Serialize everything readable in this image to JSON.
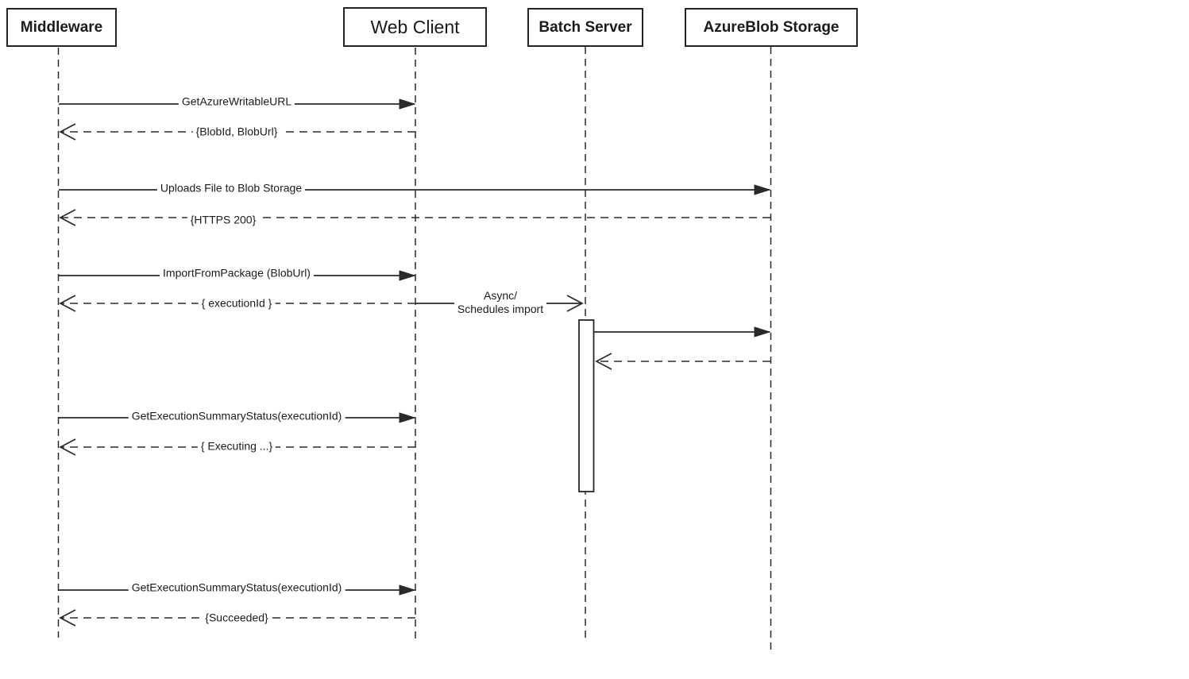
{
  "diagram": {
    "type": "uml-sequence-diagram",
    "colors": {
      "line": "#2a2a2a",
      "text": "#1b1b1b",
      "background": "#ffffff"
    },
    "actors": [
      {
        "name": "Middleware"
      },
      {
        "name": "Web Client"
      },
      {
        "name": "Batch Server"
      },
      {
        "name": "AzureBlob Storage"
      }
    ],
    "messages": [
      {
        "label": "GetAzureWritableURL",
        "from": "Middleware",
        "to": "Web Client",
        "kind": "call"
      },
      {
        "label": "{BlobId, BlobUrl}",
        "from": "Web Client",
        "to": "Middleware",
        "kind": "return"
      },
      {
        "label": "Uploads File to Blob Storage",
        "from": "Middleware",
        "to": "AzureBlob Storage",
        "kind": "call"
      },
      {
        "label": "{HTTPS 200}",
        "from": "AzureBlob Storage",
        "to": "Middleware",
        "kind": "return"
      },
      {
        "label": "ImportFromPackage (BlobUrl)",
        "from": "Middleware",
        "to": "Web Client",
        "kind": "call"
      },
      {
        "label": "{ executionId }",
        "from": "Web Client",
        "to": "Middleware",
        "kind": "return"
      },
      {
        "label_line1": "Async/",
        "label_line2": "Schedules import",
        "from": "Web Client",
        "to": "Batch Server",
        "kind": "async-call"
      },
      {
        "label": "",
        "from": "Batch Server",
        "to": "AzureBlob Storage",
        "kind": "call"
      },
      {
        "label": "",
        "from": "AzureBlob Storage",
        "to": "Batch Server",
        "kind": "return"
      },
      {
        "label": "GetExecutionSummaryStatus(executionId)",
        "from": "Middleware",
        "to": "Web Client",
        "kind": "call"
      },
      {
        "label": "{ Executing ...}",
        "from": "Web Client",
        "to": "Middleware",
        "kind": "return"
      },
      {
        "label": "GetExecutionSummaryStatus(executionId)",
        "from": "Middleware",
        "to": "Web Client",
        "kind": "call"
      },
      {
        "label": "{Succeeded}",
        "from": "Web Client",
        "to": "Middleware",
        "kind": "return"
      }
    ],
    "activation": {
      "actor": "Batch Server"
    }
  }
}
